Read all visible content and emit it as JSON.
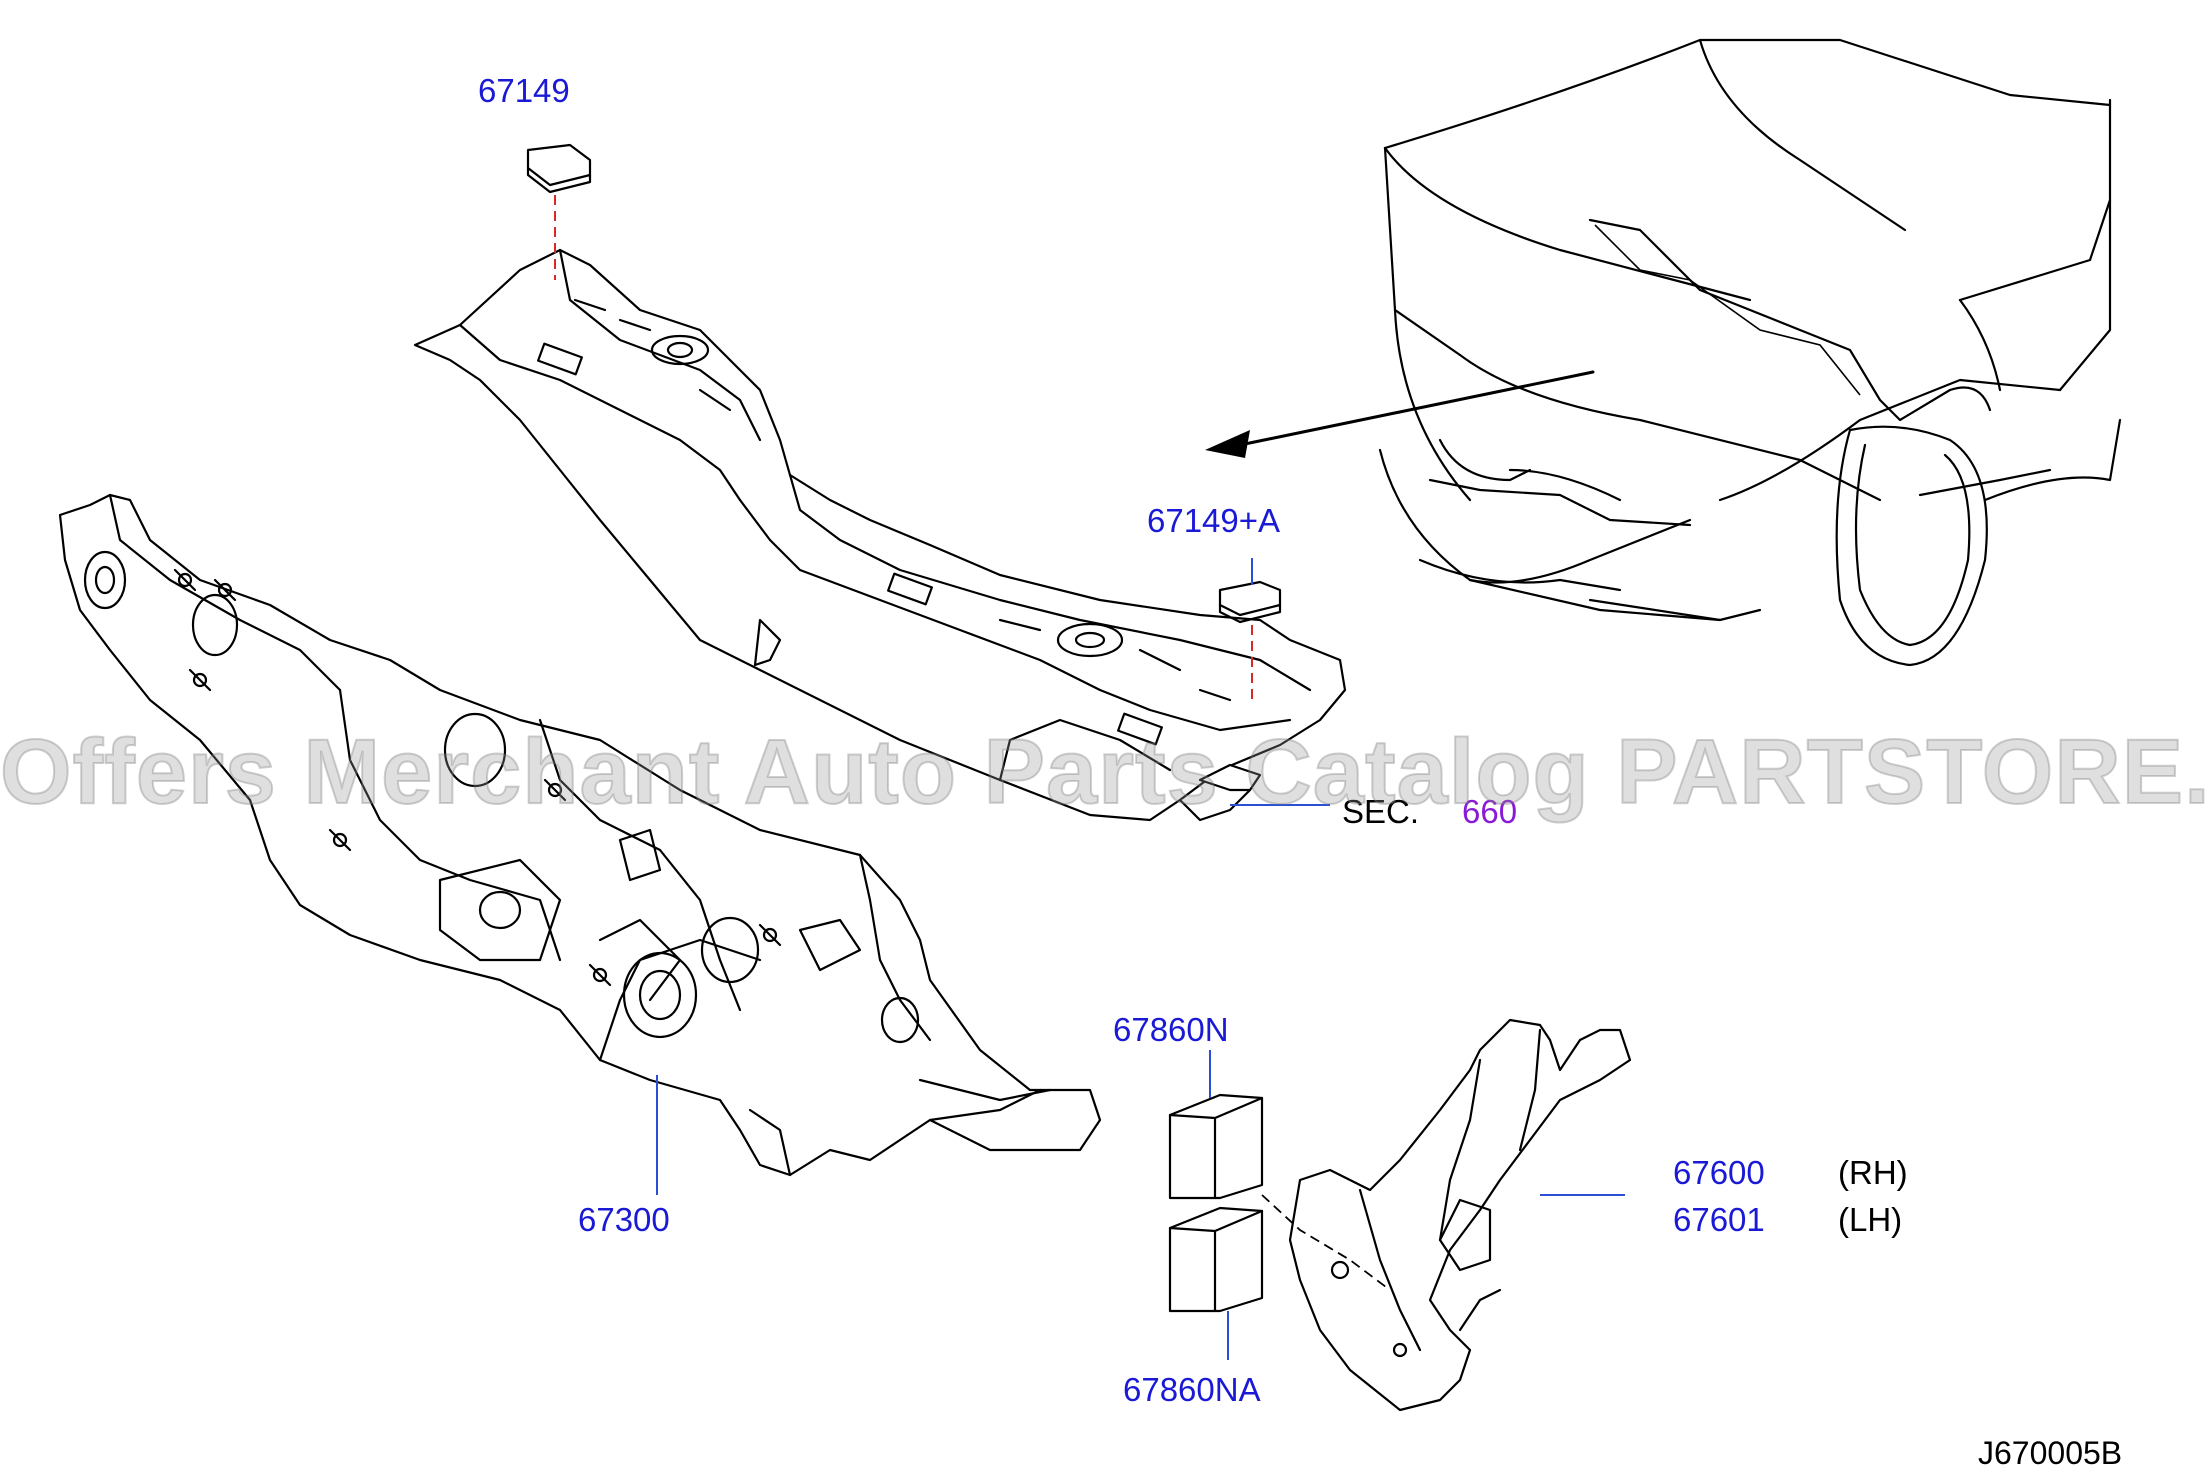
{
  "parts": {
    "p67149": "67149",
    "p67149a": "67149+A",
    "p67300": "67300",
    "p67860n": "67860N",
    "p67860na": "67860NA",
    "p67600": "67600",
    "p67601": "67601"
  },
  "sides": {
    "rh": "(RH)",
    "lh": "(LH)"
  },
  "section_ref": {
    "prefix": "SEC.",
    "number": "660"
  },
  "watermark": "Offers Merchant Auto Parts Catalog PARTSTORE.SA",
  "diagram_code": "J670005B",
  "colors": {
    "part_number": "#1a1ad6",
    "section_number": "#8a1ad6",
    "leader_line": "#2a4fd6",
    "alignment_dash": "#d62a2a"
  }
}
